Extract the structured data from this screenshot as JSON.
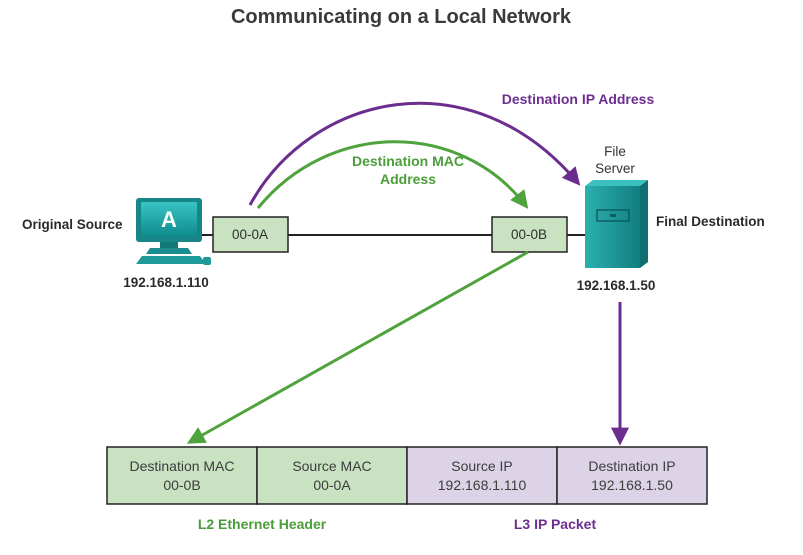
{
  "title": "Communicating on a Local Network",
  "source": {
    "label": "Original Source",
    "host_letter": "A",
    "ip": "192.168.1.110",
    "mac": "00-0A"
  },
  "destination": {
    "label": "Final Destination",
    "server_label_line1": "File",
    "server_label_line2": "Server",
    "ip": "192.168.1.50",
    "mac": "00-0B"
  },
  "arrows": {
    "ip_label": "Destination IP Address",
    "mac_label_line1": "Destination MAC",
    "mac_label_line2": "Address"
  },
  "frame": {
    "cells": [
      {
        "name": "Destination MAC",
        "value": "00-0B"
      },
      {
        "name": "Source MAC",
        "value": "00-0A"
      },
      {
        "name": "Source IP",
        "value": "192.168.1.110"
      },
      {
        "name": "Destination IP",
        "value": "192.168.1.50"
      }
    ],
    "l2_label": "L2 Ethernet Header",
    "l3_label": "L3 IP Packet"
  },
  "colors": {
    "green_arrow": "#4fa33d",
    "purple_arrow": "#6b2d8e",
    "green_fill": "#c9e3c2",
    "purple_fill": "#ddd3e6",
    "teal": "#1f9a9a"
  }
}
